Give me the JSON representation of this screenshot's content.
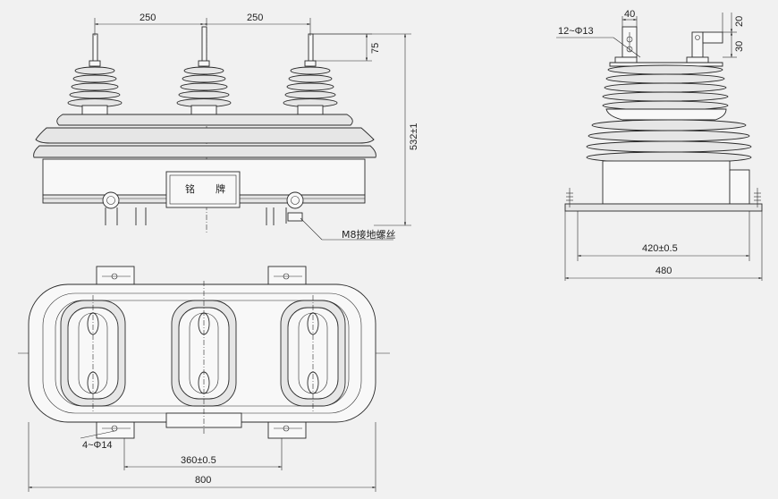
{
  "front_view": {
    "dim_top_left": "250",
    "dim_top_right": "250",
    "dim_rod": "75",
    "dim_height": "532±1",
    "nameplate_char1": "铭",
    "nameplate_char2": "牌",
    "ground_label": "M8接地螺丝"
  },
  "side_view": {
    "hole_label": "12~Φ13",
    "dim_40": "40",
    "dim_20": "20",
    "dim_30": "30",
    "dim_420": "420±0.5",
    "dim_480": "480"
  },
  "plan_view": {
    "hole_label": "4~Φ14",
    "dim_360": "360±0.5",
    "dim_800": "800"
  }
}
